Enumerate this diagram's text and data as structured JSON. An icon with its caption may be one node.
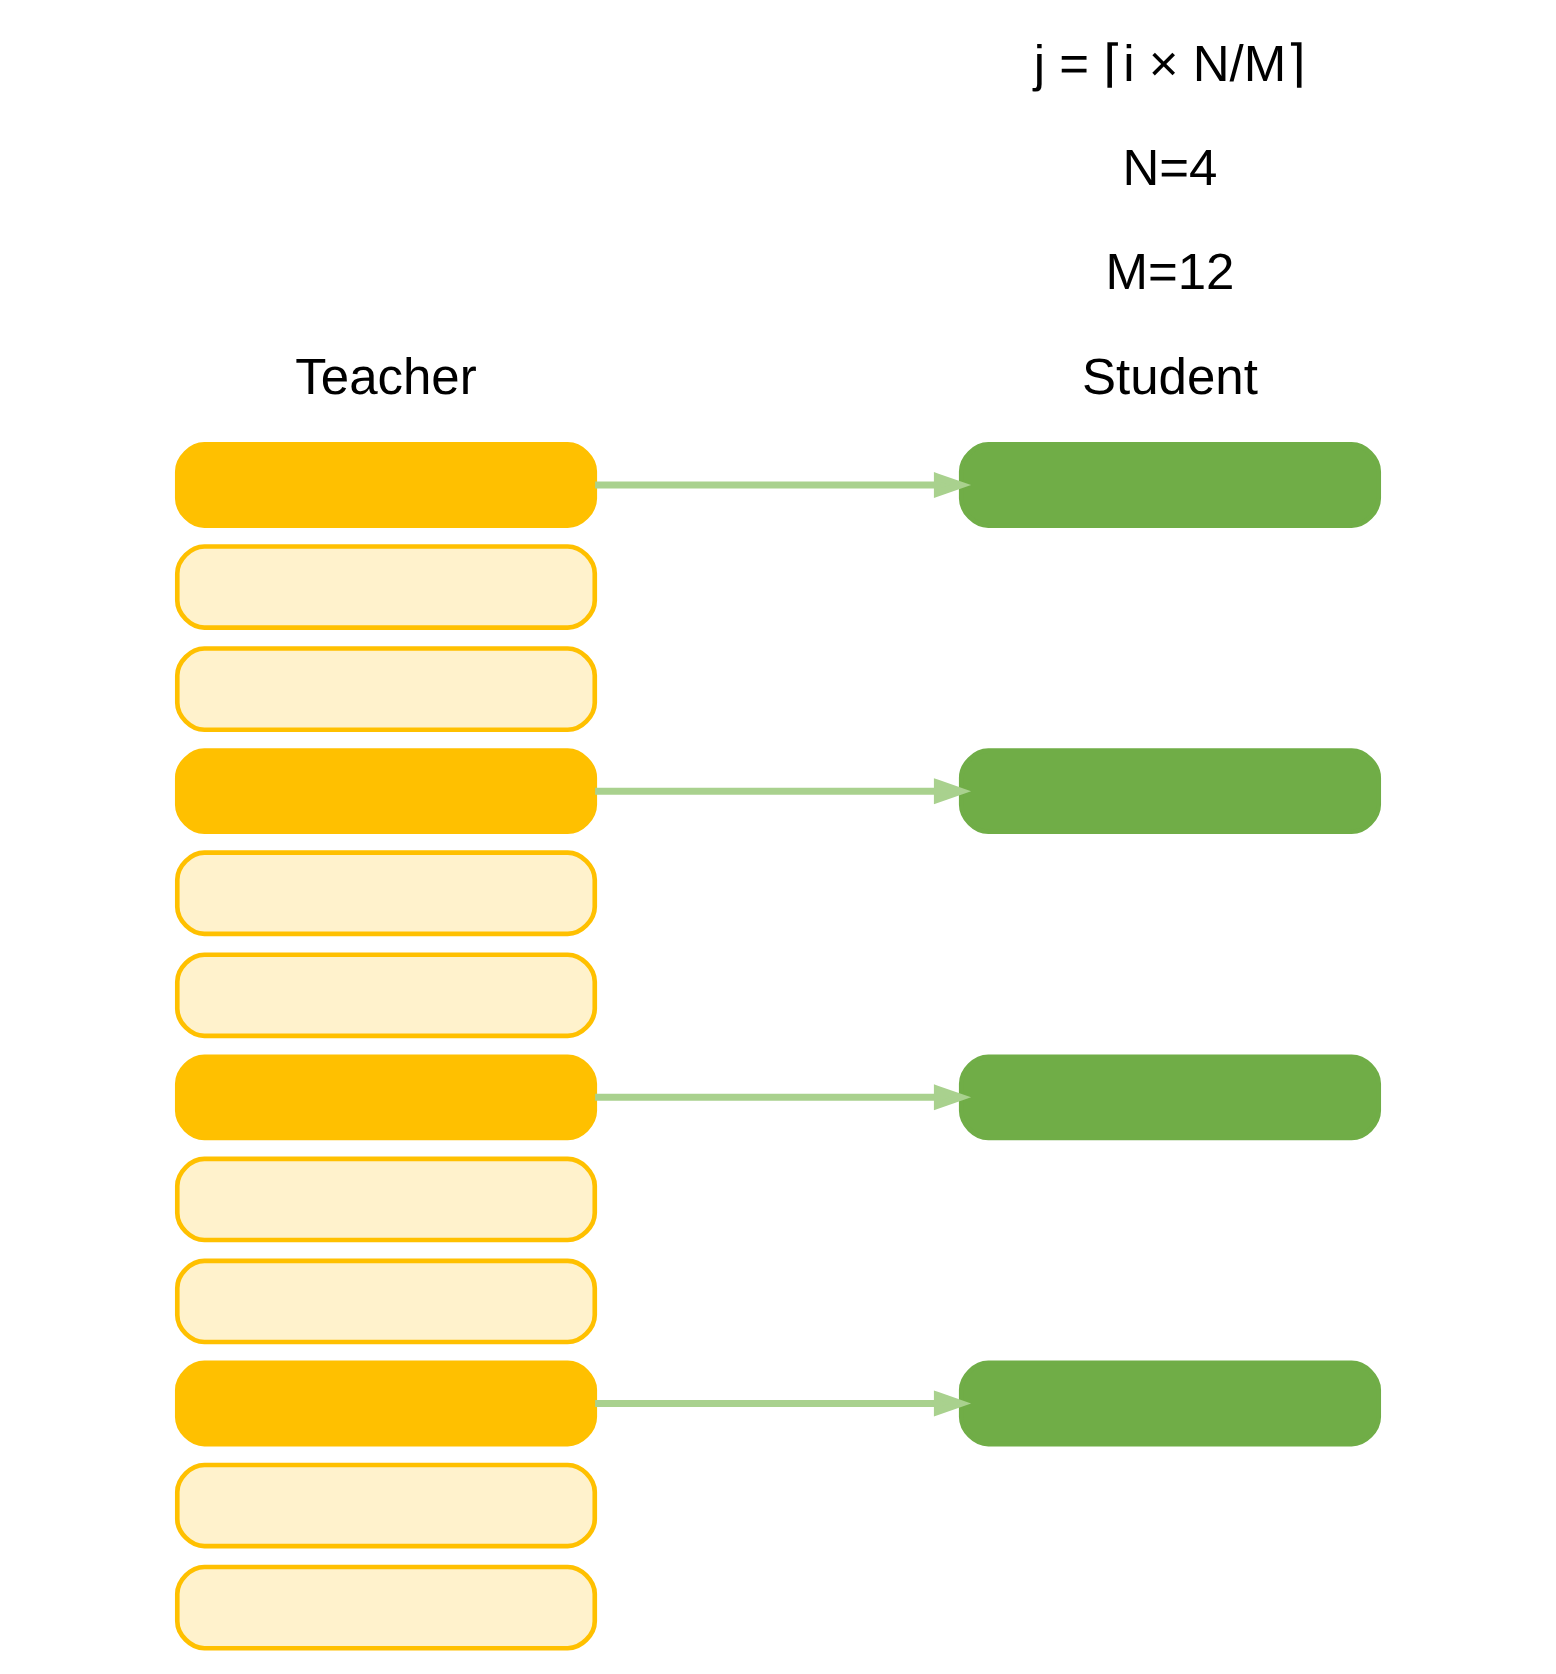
{
  "diagram": {
    "nodes": [
      {
        "text": [],
        "shape": "box"
      },
      {
        "text": [],
        "shape": "box"
      },
      {
        "text": [],
        "shape": "box"
      },
      {
        "text": [],
        "shape": "box"
      },
      {
        "text": [],
        "shape": "box"
      },
      {
        "text": [],
        "shape": "box"
      },
      {
        "text": [],
        "shape": "box"
      },
      {
        "text": [],
        "shape": "box"
      },
      {
        "text": [],
        "shape": "box"
      },
      {
        "text": [],
        "shape": "box"
      },
      {
        "text": [],
        "shape": "box"
      },
      {
        "text": [],
        "shape": "box"
      },
      {
        "text": [],
        "shape": "box"
      },
      {
        "text": [],
        "shape": "box"
      },
      {
        "text": [],
        "shape": "box"
      },
      {
        "text": [],
        "shape": "box"
      }
    ],
    "edges": [
      {
        "from": 0,
        "to": 12,
        "arrow": "to"
      },
      {
        "from": 3,
        "to": 13,
        "arrow": "to"
      },
      {
        "from": 6,
        "to": 14,
        "arrow": "to"
      },
      {
        "from": 9,
        "to": 15,
        "arrow": "to"
      }
    ],
    "labels": [
      "j = ⌈i × N/M⌉",
      "N=4",
      "M=12",
      "Teacher",
      "Student"
    ]
  }
}
